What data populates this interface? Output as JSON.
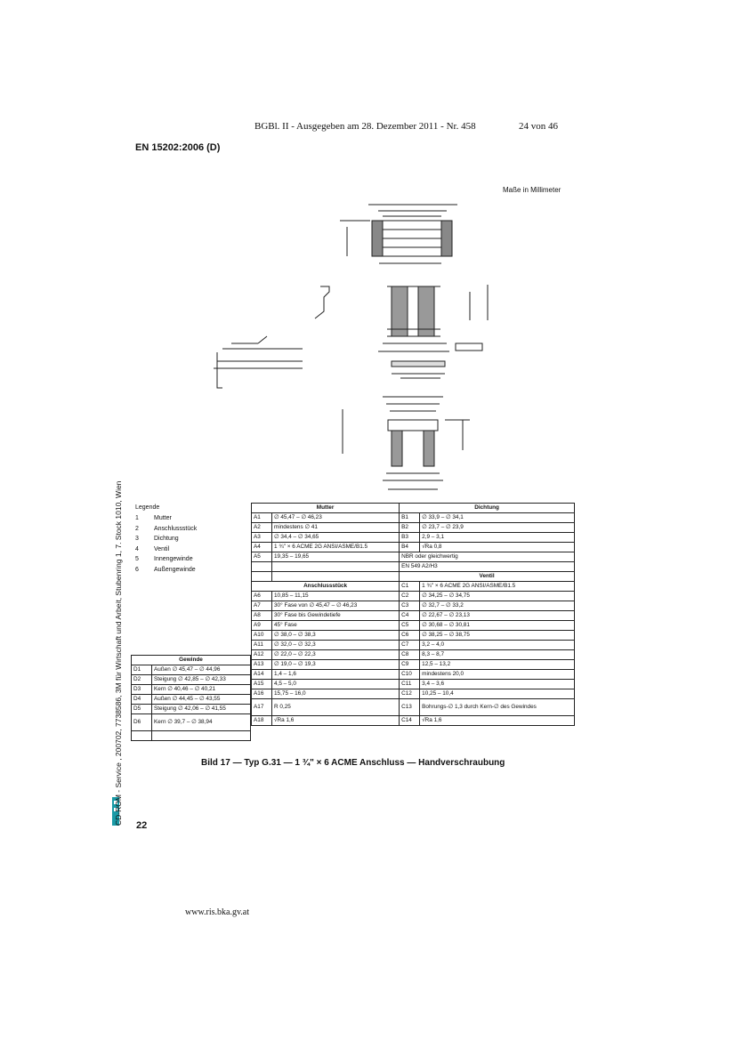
{
  "header": {
    "gazette": "BGBl. II - Ausgegeben am 28. Dezember 2011 - Nr. 458",
    "page_of": "24 von 46"
  },
  "standard": "EN 15202:2006 (D)",
  "units_note": "Maße in Millimeter",
  "side_text": "CD-ROM - Service , 200702, 7738586, 3M für Wirtschaft und Arbeit, Stubenring 1, 7. Stock 1010, Wien",
  "legend": {
    "title": "Legende",
    "items": [
      {
        "n": "1",
        "label": "Mutter"
      },
      {
        "n": "2",
        "label": "Anschlussstück"
      },
      {
        "n": "3",
        "label": "Dichtung"
      },
      {
        "n": "4",
        "label": "Ventil"
      },
      {
        "n": "5",
        "label": "Innengewinde"
      },
      {
        "n": "6",
        "label": "Außengewinde"
      }
    ]
  },
  "table": {
    "mutter_title": "Mutter",
    "dichtung_title": "Dichtung",
    "anschluss_title": "Anschlussstück",
    "ventil_title": "Ventil",
    "mutter": [
      {
        "c": "A1",
        "v": "∅ 45,47 – ∅ 46,23"
      },
      {
        "c": "A2",
        "v": "mindestens ∅ 41"
      },
      {
        "c": "A3",
        "v": "∅ 34,4 – ∅ 34,65"
      },
      {
        "c": "A4",
        "v": "1 ¾\" × 6 ACME 2G ANSI/ASME/B1.5"
      },
      {
        "c": "A5",
        "v": "19,35 – 19,65"
      }
    ],
    "dichtung": [
      {
        "c": "B1",
        "v": "∅ 33,9 – ∅ 34,1"
      },
      {
        "c": "B2",
        "v": "∅ 23,7 – ∅ 23,9"
      },
      {
        "c": "B3",
        "v": "2,9 – 3,1"
      },
      {
        "c": "B4",
        "v": "√Ra 0,8"
      }
    ],
    "dichtung_note1": "NBR oder gleichwertig",
    "dichtung_note2": "EN 549 A2/H3",
    "anschluss": [
      {
        "c": "A6",
        "v": "10,85 – 11,15"
      },
      {
        "c": "A7",
        "v": "30° Fase von ∅ 45,47 – ∅ 46,23"
      },
      {
        "c": "A8",
        "v": "30° Fase bis Gewindetiefe"
      },
      {
        "c": "A9",
        "v": "45° Fase"
      },
      {
        "c": "A10",
        "v": "∅ 38,0 – ∅ 38,3"
      },
      {
        "c": "A11",
        "v": "∅ 32,0 – ∅ 32,3"
      },
      {
        "c": "A12",
        "v": "∅ 22,0 – ∅ 22,3"
      },
      {
        "c": "A13",
        "v": "∅ 19,0 – ∅ 19,3"
      },
      {
        "c": "A14",
        "v": "1,4 – 1,6"
      },
      {
        "c": "A15",
        "v": "4,5 – 5,0"
      },
      {
        "c": "A16",
        "v": "15,75 – 16,0"
      },
      {
        "c": "A17",
        "v": "R 0,25"
      },
      {
        "c": "A18",
        "v": "√Ra 1,6"
      }
    ],
    "ventil": [
      {
        "c": "C1",
        "v": "1 ¾\" × 6 ACME 2G ANSI/ASME/B1.5"
      },
      {
        "c": "C2",
        "v": "∅ 34,25 – ∅ 34,75"
      },
      {
        "c": "C3",
        "v": "∅ 32,7 – ∅ 33,2"
      },
      {
        "c": "C4",
        "v": "∅ 22,67 – ∅ 23,13"
      },
      {
        "c": "C5",
        "v": "∅ 30,68 – ∅ 30,81"
      },
      {
        "c": "C6",
        "v": "∅ 38,25 – ∅ 38,75"
      },
      {
        "c": "C7",
        "v": "3,2 – 4,0"
      },
      {
        "c": "C8",
        "v": "8,3 – 8,7"
      },
      {
        "c": "C9",
        "v": "12,5 – 13,2"
      },
      {
        "c": "C10",
        "v": "mindestens 20,0"
      },
      {
        "c": "C11",
        "v": "3,4 – 3,6"
      },
      {
        "c": "C12",
        "v": "10,25 – 10,4"
      },
      {
        "c": "C13",
        "v": "Bohrungs-∅ 1,3 durch Kern-∅ des Gewindes"
      },
      {
        "c": "C14",
        "v": "√Ra 1,6"
      }
    ]
  },
  "gewinde": {
    "title": "Gewinde",
    "rows": [
      {
        "c": "D1",
        "v": "Außen ∅ 45,47 – ∅ 44,96"
      },
      {
        "c": "D2",
        "v": "Steigung ∅ 42,85 – ∅ 42,33"
      },
      {
        "c": "D3",
        "v": "Kern ∅ 40,46 – ∅ 40,21"
      },
      {
        "c": "D4",
        "v": "Außen ∅ 44,45 – ∅ 43,55"
      },
      {
        "c": "D5",
        "v": "Steigung ∅ 42,06 – ∅ 41,55"
      },
      {
        "c": "D6",
        "v": "Kern ∅ 39,7 – ∅ 38,94"
      }
    ]
  },
  "caption": "Bild 17 — Typ G.31 — 1 ¾\" × 6 ACME Anschluss — Handverschraubung",
  "page_number": "22",
  "footer": "www.ris.bka.gv.at"
}
